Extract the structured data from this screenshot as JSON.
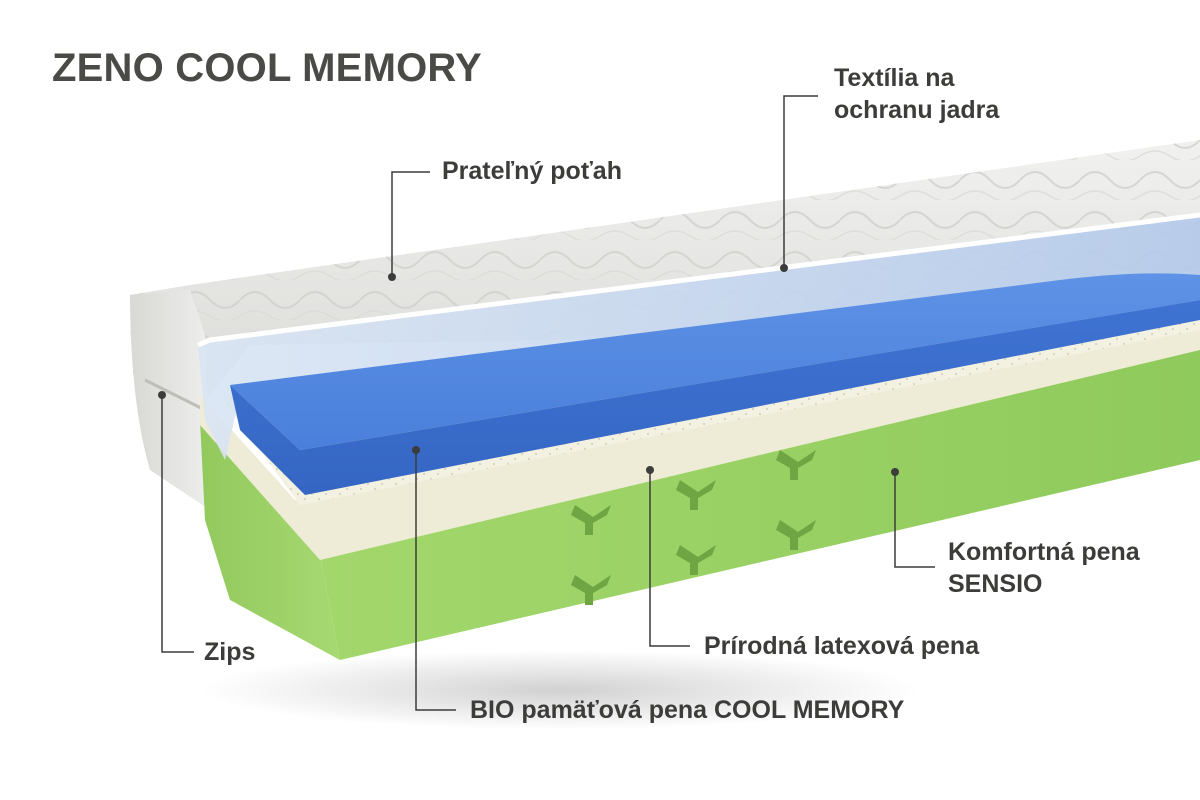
{
  "title": "ZENO COOL MEMORY",
  "layers": [
    {
      "id": "cover",
      "label_lines": [
        "Prateľný poťah"
      ]
    },
    {
      "id": "textile",
      "label_lines": [
        "Textília na",
        "ochranu jadra"
      ]
    },
    {
      "id": "memory",
      "label_lines": [
        "BIO pamäťová pena COOL MEMORY"
      ]
    },
    {
      "id": "latex",
      "label_lines": [
        "Prírodná latexová pena"
      ]
    },
    {
      "id": "comfort",
      "label_lines": [
        "Komfortná pena",
        "SENSIO"
      ]
    },
    {
      "id": "zipper",
      "label_lines": [
        "Zips"
      ]
    }
  ],
  "colors": {
    "title": "#4a4a46",
    "label": "#3c3c3a",
    "leader_line": "#3c3c3a",
    "cover": "#e2e2e0",
    "textile": "#c7d8ef",
    "memory_foam": "#4b7fdc",
    "latex": "#f2f1e0",
    "comfort_foam": "#9fd26a"
  }
}
